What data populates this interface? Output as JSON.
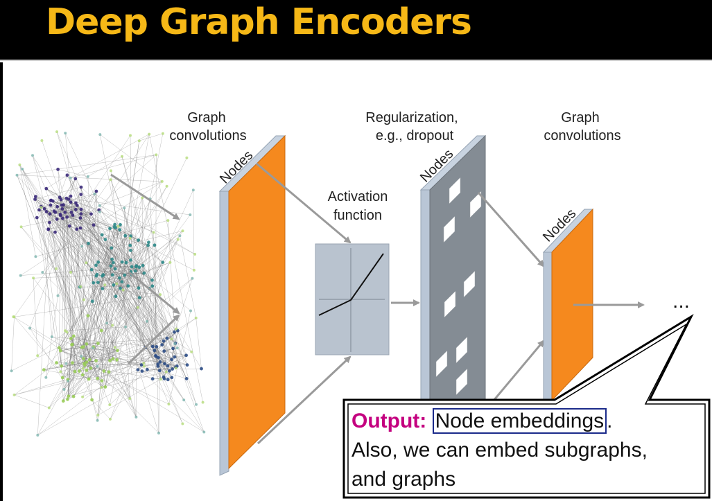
{
  "slide": {
    "title": "Deep Graph Encoders"
  },
  "diagram": {
    "conv1_label_line1": "Graph",
    "conv1_label_line2": "convolutions",
    "nodes_label": "Nodes",
    "activation_label_line1": "Activation",
    "activation_label_line2": "function",
    "reg_label_line1": "Regularization,",
    "reg_label_line2": "e.g., dropout",
    "conv2_label_line1": "Graph",
    "conv2_label_line2": "convolutions",
    "ellipsis": "..."
  },
  "callout": {
    "output_label": "Output:",
    "output_value": "Node embeddings",
    "period": ".",
    "line2": "Also, we can embed subgraphs,",
    "line3": "and graphs"
  },
  "colors": {
    "title": "#f6b817",
    "orange_layer": "#f5891e",
    "layer_frame": "#b9c6d6",
    "dropout_layer": "#848c94",
    "output_label": "#c4007f"
  }
}
